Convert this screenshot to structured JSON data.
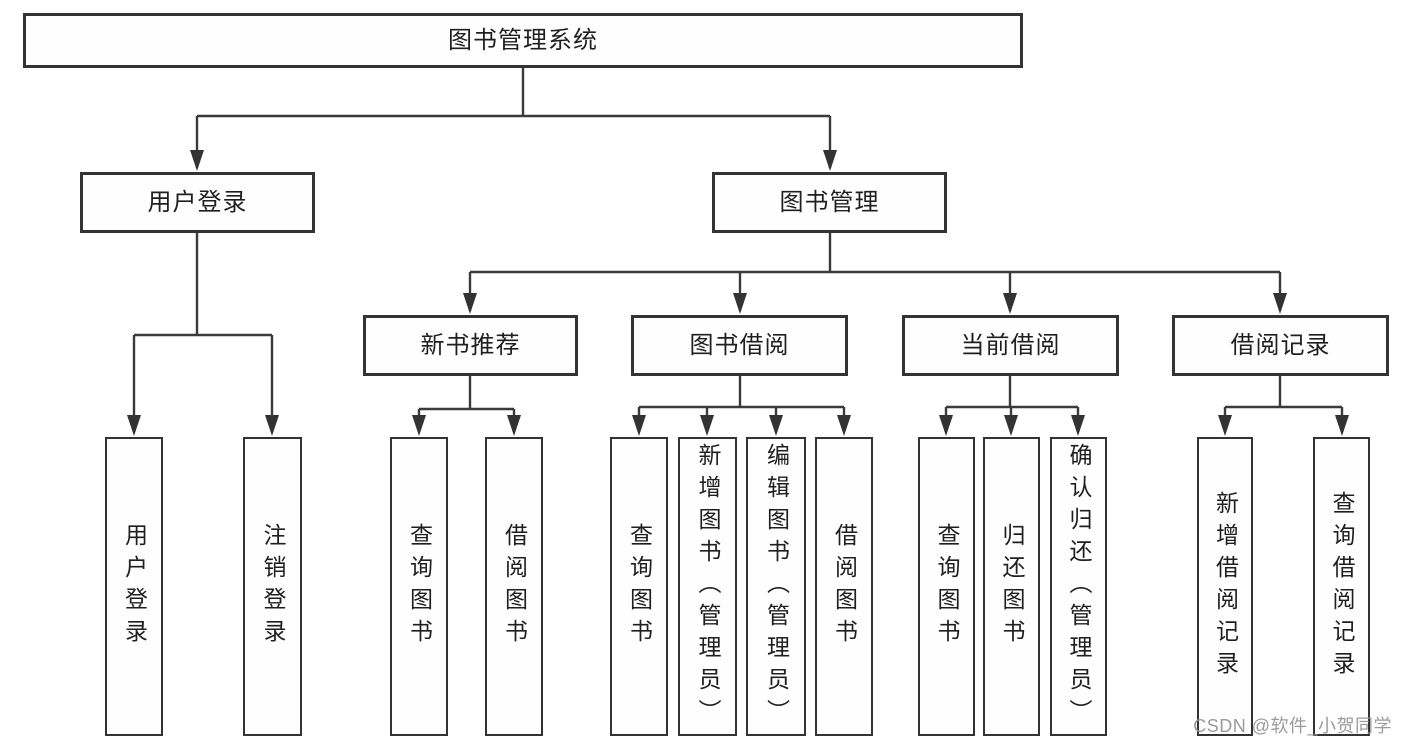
{
  "page": {
    "title": "图书管理系统",
    "watermark": "CSDN @软件_小贺同学"
  },
  "colors": {
    "line": "#3a3a3a",
    "box_border": "#333333",
    "text": "#1f1f1f",
    "background": "#ffffff",
    "watermark": "#969696"
  },
  "nodes": {
    "root": {
      "label": "图书管理系统"
    },
    "level2": [
      {
        "label": "用户登录"
      },
      {
        "label": "图书管理"
      }
    ],
    "level3": [
      {
        "label": "新书推荐",
        "parent": "图书管理"
      },
      {
        "label": "图书借阅",
        "parent": "图书管理"
      },
      {
        "label": "当前借阅",
        "parent": "图书管理"
      },
      {
        "label": "借阅记录",
        "parent": "图书管理"
      }
    ],
    "leaves": [
      {
        "label": "用户登录",
        "parent": "用户登录"
      },
      {
        "label": "注销登录",
        "parent": "用户登录"
      },
      {
        "label": "查询图书",
        "parent": "新书推荐"
      },
      {
        "label": "借阅图书",
        "parent": "新书推荐"
      },
      {
        "label": "查询图书",
        "parent": "图书借阅"
      },
      {
        "label": "新增图书（管理员）",
        "parent": "图书借阅"
      },
      {
        "label": "编辑图书（管理员）",
        "parent": "图书借阅"
      },
      {
        "label": "借阅图书",
        "parent": "图书借阅"
      },
      {
        "label": "查询图书",
        "parent": "当前借阅"
      },
      {
        "label": "归还图书",
        "parent": "当前借阅"
      },
      {
        "label": "确认归还（管理员）",
        "parent": "当前借阅"
      },
      {
        "label": "新增借阅记录",
        "parent": "借阅记录"
      },
      {
        "label": "查询借阅记录",
        "parent": "借阅记录"
      }
    ]
  }
}
